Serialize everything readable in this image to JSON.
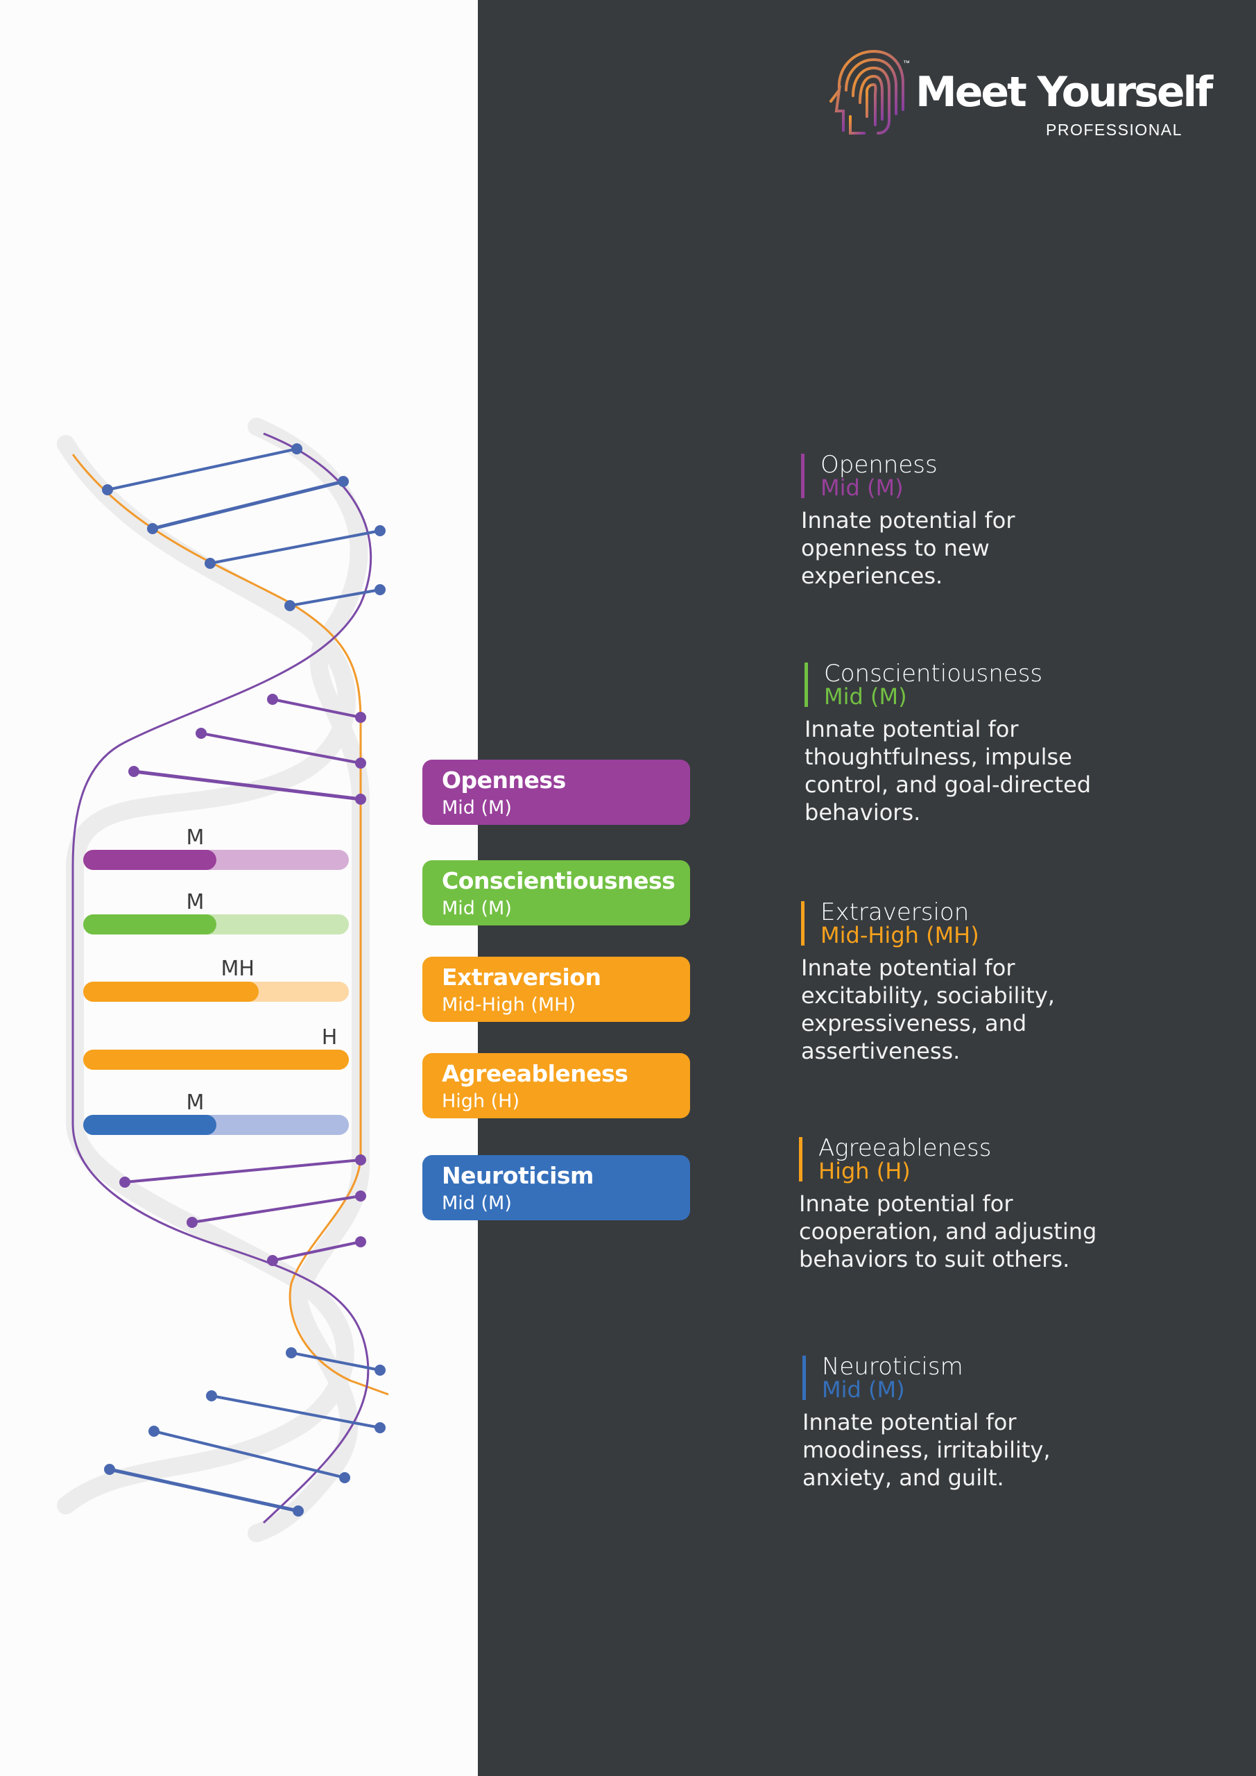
{
  "brand": {
    "name": "Meet Yourself",
    "trademark": "™",
    "subtitle": "PROFESSIONAL",
    "colors": {
      "purple": "#8a3fa0",
      "orange": "#f29a2c"
    }
  },
  "colors": {
    "dark_panel": "#373b3e",
    "openness": "#99409b",
    "conscientiousness": "#72c043",
    "extraversion": "#f7a11c",
    "agreeableness": "#f7a11c",
    "neuroticism": "#3670bb"
  },
  "traits": [
    {
      "name": "Openness",
      "level": "Mid (M)",
      "short": "M",
      "score": 0.5,
      "color": "#99409b",
      "track": "#d6aed5",
      "description": "Innate potential for openness to new experiences."
    },
    {
      "name": "Conscientiousness",
      "level": "Mid (M)",
      "short": "M",
      "score": 0.5,
      "color": "#72c043",
      "track": "#cbe6b5",
      "description": "Innate potential for thoughtfulness, impulse control, and goal-directed behaviors."
    },
    {
      "name": "Extraversion",
      "level": "Mid-High (MH)",
      "short": "MH",
      "score": 0.66,
      "color": "#f7a11c",
      "track": "#fdd8a5",
      "description": "Innate potential for excitability, sociability, expressiveness, and assertiveness."
    },
    {
      "name": "Agreeableness",
      "level": "High (H)",
      "short": "H",
      "score": 1.0,
      "color": "#f7a11c",
      "track": "#fdd8a5",
      "description": "Innate potential for cooperation, and adjusting behaviors to suit others."
    },
    {
      "name": "Neuroticism",
      "level": "Mid (M)",
      "short": "M",
      "score": 0.5,
      "color": "#3670bb",
      "track": "#adbbe2",
      "description": "Innate potential for moodiness, irritability, anxiety, and guilt."
    }
  ]
}
